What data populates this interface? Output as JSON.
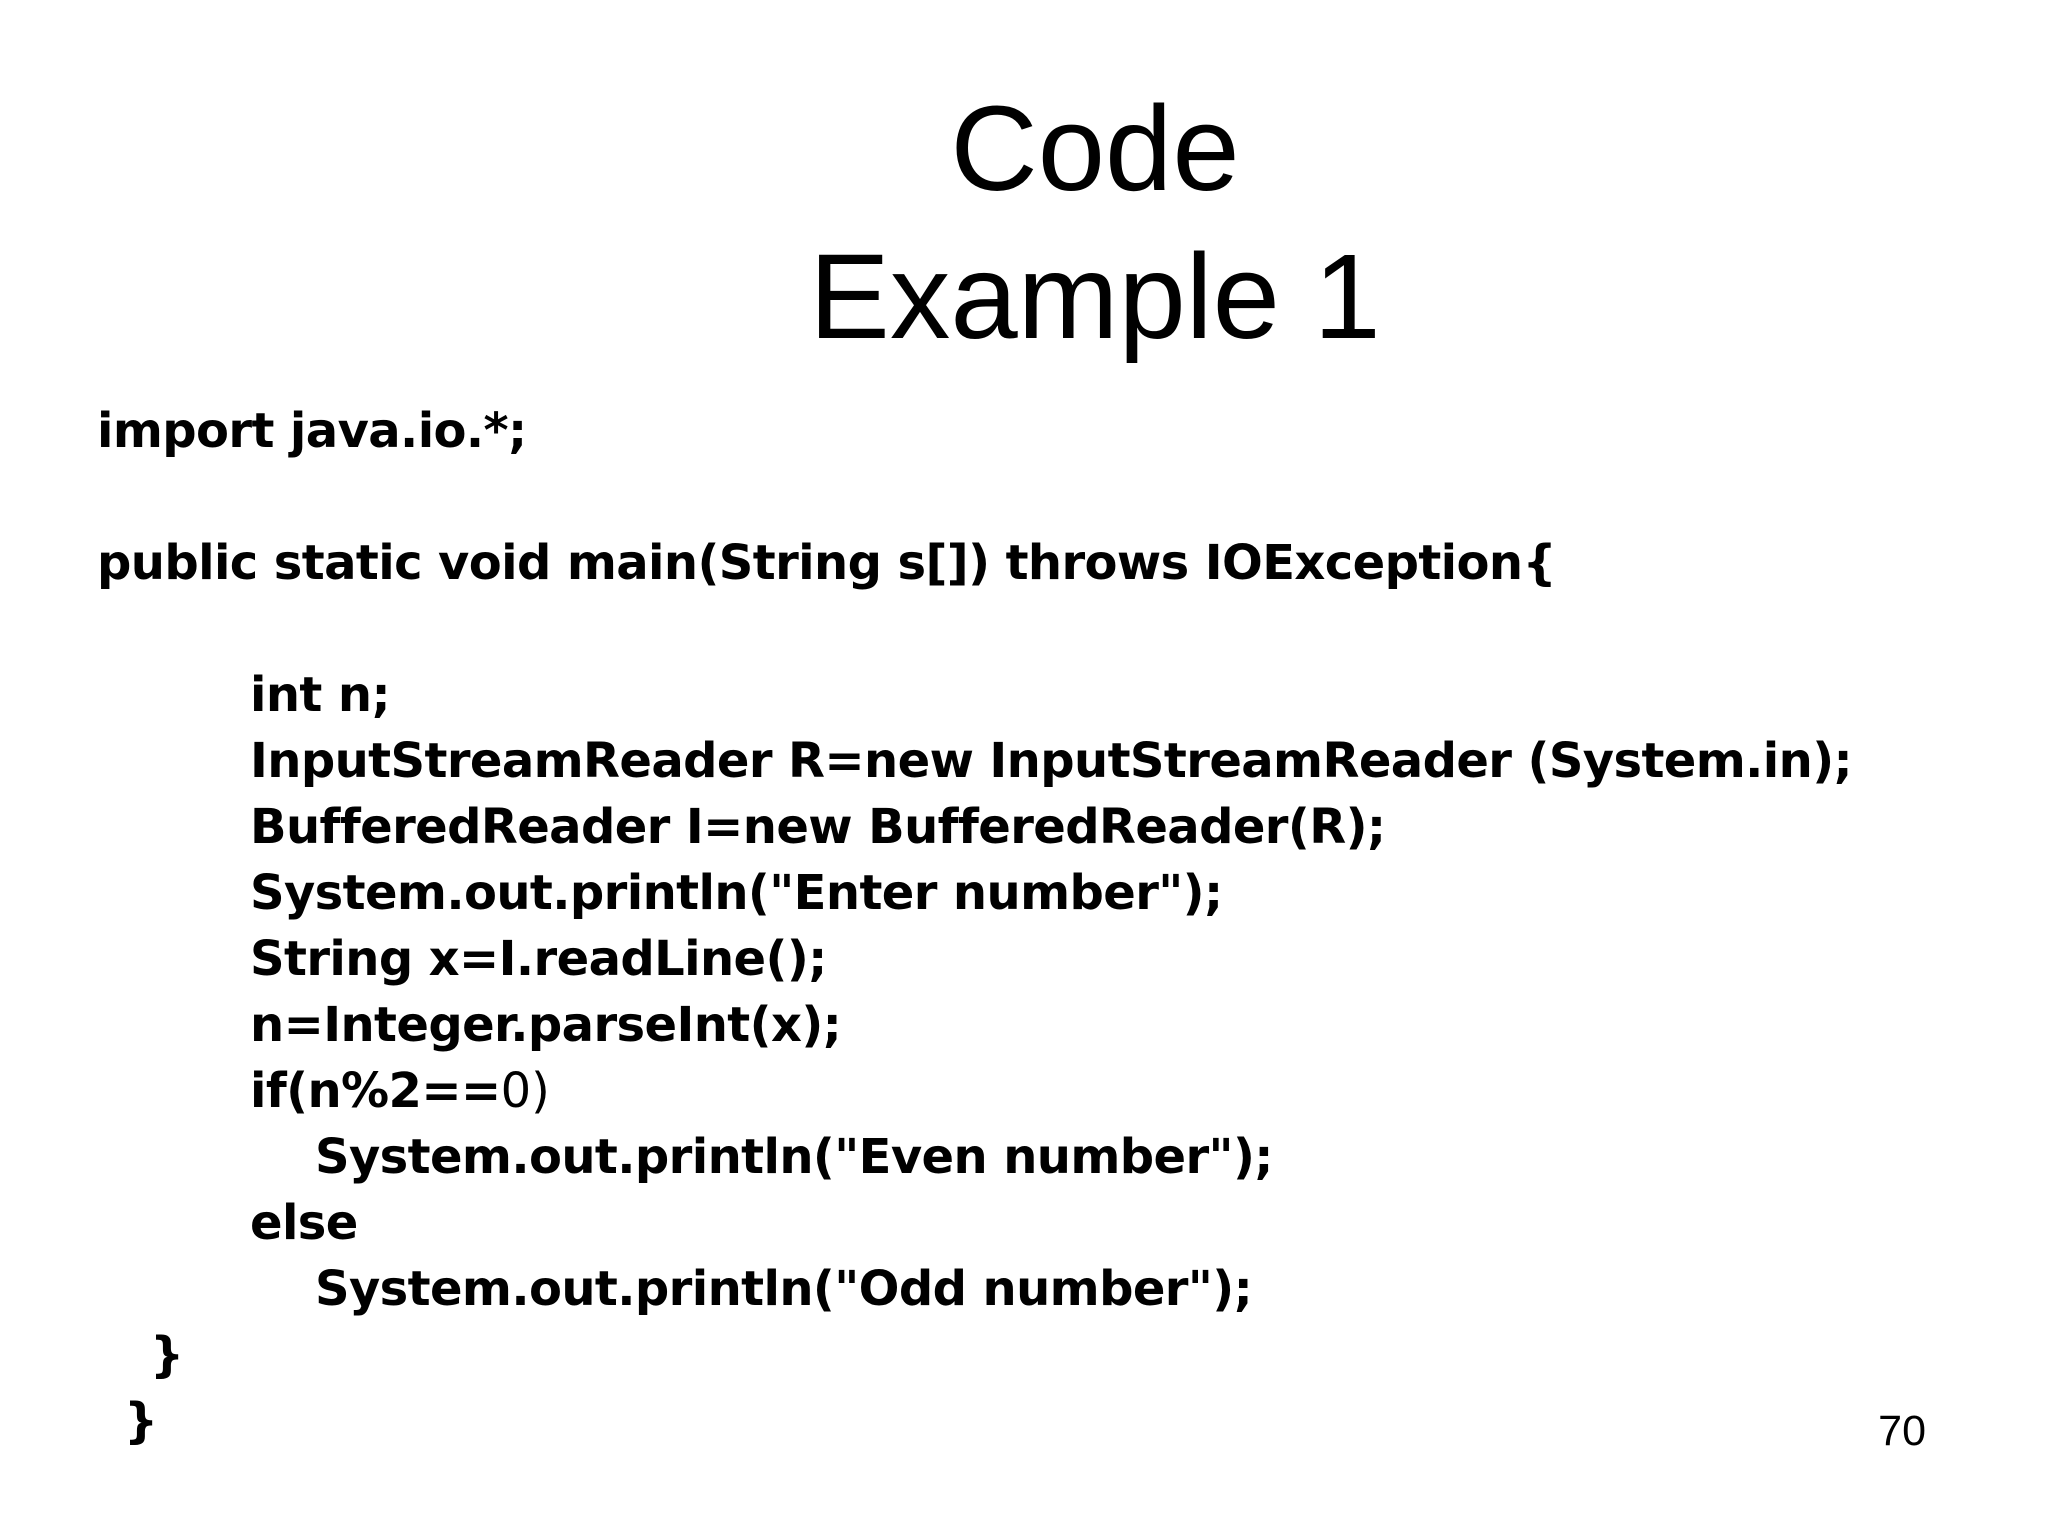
{
  "title": {
    "line1": "Code",
    "line2": "Example 1"
  },
  "code": {
    "language": "java",
    "lines": [
      {
        "text": "import java.io.*;",
        "indent": "l0",
        "gap_after": true
      },
      {
        "text": "public static void main(String s[]) throws IOException{",
        "indent": "l0",
        "gap_after": true
      },
      {
        "text": "int n;",
        "indent": "l1"
      },
      {
        "text": "InputStreamReader R=new InputStreamReader (System.in);",
        "indent": "l1"
      },
      {
        "text": "BufferedReader I=new BufferedReader(R);",
        "indent": "l1"
      },
      {
        "text": "System.out.println(\"Enter number\");",
        "indent": "l1"
      },
      {
        "text": "String x=I.readLine();",
        "indent": "l1"
      },
      {
        "text": "n=Integer.parseInt(x);",
        "indent": "l1"
      },
      {
        "text": "if(n%2==",
        "text_light": "0)",
        "indent": "l1"
      },
      {
        "text": "System.out.println(\"Even number\");",
        "indent": "l2"
      },
      {
        "text": "else",
        "indent": "l1"
      },
      {
        "text": "System.out.println(\"Odd number\");",
        "indent": "l2"
      },
      {
        "text": "}",
        "indent": "lc1"
      },
      {
        "text": "}",
        "indent": "lc2"
      }
    ]
  },
  "page_number": "70",
  "colors": {
    "background": "#ffffff",
    "text": "#000000"
  }
}
